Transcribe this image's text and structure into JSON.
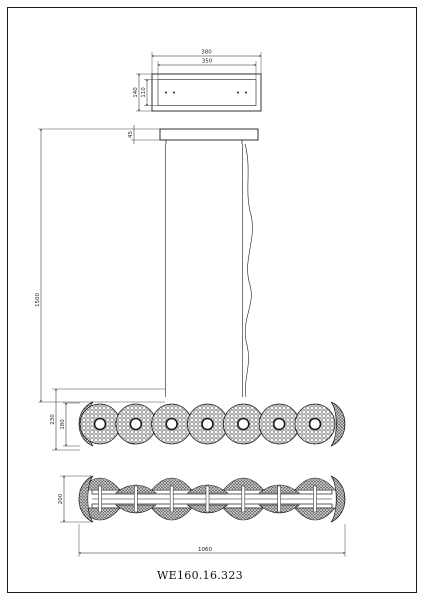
{
  "model_code": "WE160.16.323",
  "top_view": {
    "outer_width": "380",
    "inner_width": "350",
    "outer_height": "140",
    "inner_height": "110"
  },
  "elevation": {
    "canopy_height": "45",
    "drop_height": "1500",
    "body_height": "230",
    "disc_height": "180"
  },
  "plan": {
    "depth": "200",
    "length": "1060"
  },
  "discs_count": 7,
  "line_color": "#1a1a1a"
}
